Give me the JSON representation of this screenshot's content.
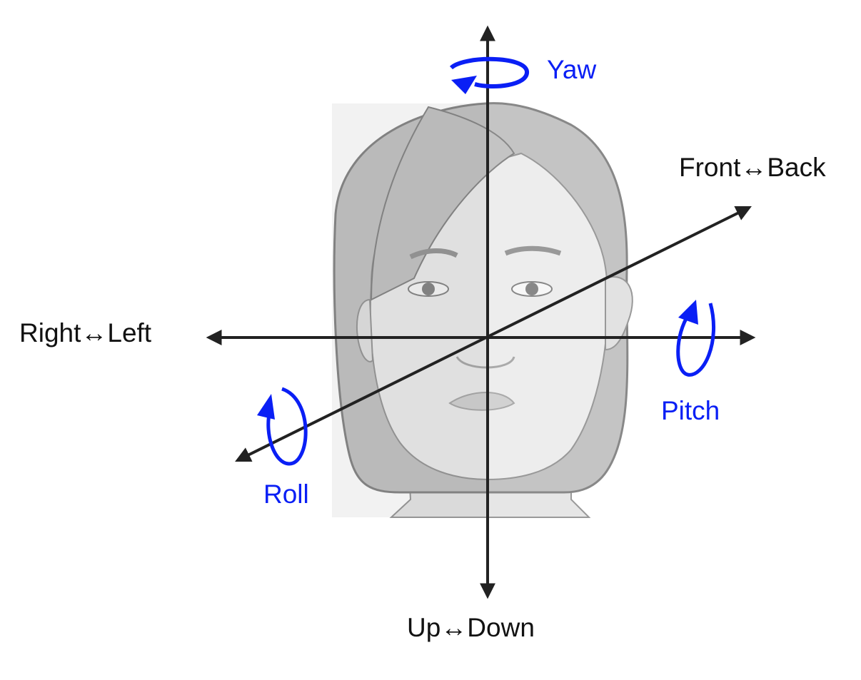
{
  "labels": {
    "yaw": "Yaw",
    "front_back": "Front↔Back",
    "right_left": "Right↔Left",
    "pitch": "Pitch",
    "roll": "Roll",
    "up_down": "Up↔Down"
  },
  "colors": {
    "rotation": "#0a1ff5",
    "axis": "#222222",
    "text": "#111111"
  }
}
